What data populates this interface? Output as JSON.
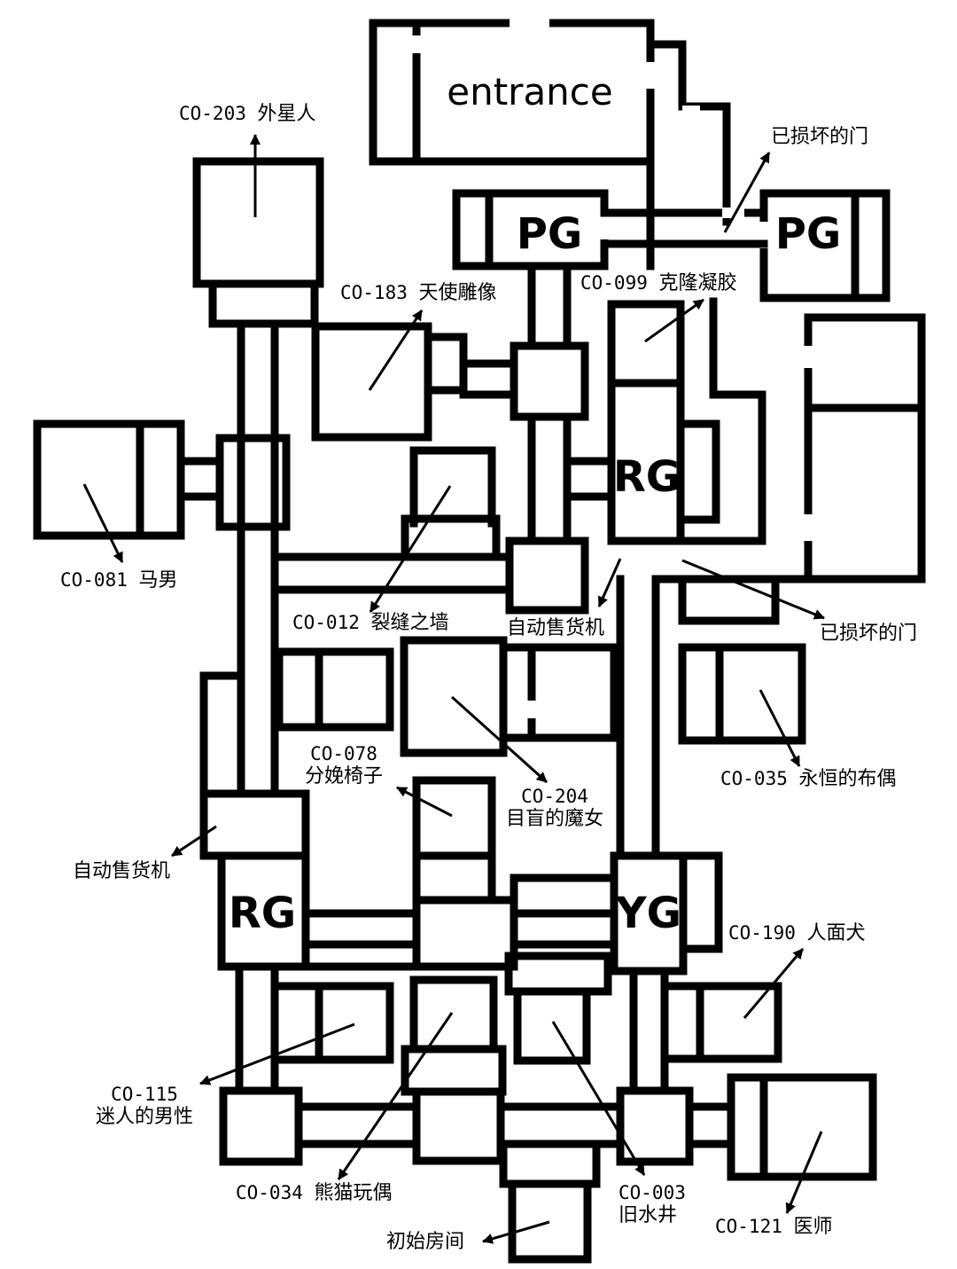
{
  "rooms": {
    "entrance": "entrance",
    "pg_left": "PG",
    "pg_right": "PG",
    "rg_upper": "RG",
    "rg_lower": "RG",
    "yg": "YG"
  },
  "labels": {
    "co203": {
      "code": "CO-203",
      "name": "外星人"
    },
    "broken_door_1": {
      "name": "已损坏的门"
    },
    "co183": {
      "code": "CO-183",
      "name": "天使雕像"
    },
    "co099": {
      "code": "CO-099",
      "name": "克隆凝胶"
    },
    "co081": {
      "code": "CO-081",
      "name": "马男"
    },
    "co012": {
      "code": "CO-012",
      "name": "裂缝之墙"
    },
    "vending_1": {
      "name": "自动售货机"
    },
    "broken_door_2": {
      "name": "已损坏的门"
    },
    "co078": {
      "code": "CO-078",
      "name": "分娩椅子"
    },
    "co204": {
      "code": "CO-204",
      "name": "目盲的魔女"
    },
    "co035": {
      "code": "CO-035",
      "name": "永恒的布偶"
    },
    "vending_2": {
      "name": "自动售货机"
    },
    "co190": {
      "code": "CO-190",
      "name": "人面犬"
    },
    "co115": {
      "code": "CO-115",
      "name": "迷人的男性"
    },
    "co034": {
      "code": "CO-034",
      "name": "熊猫玩偶"
    },
    "co003": {
      "code": "CO-003",
      "name": "旧水井"
    },
    "co121": {
      "code": "CO-121",
      "name": "医师"
    },
    "start_room": {
      "name": "初始房间"
    }
  }
}
